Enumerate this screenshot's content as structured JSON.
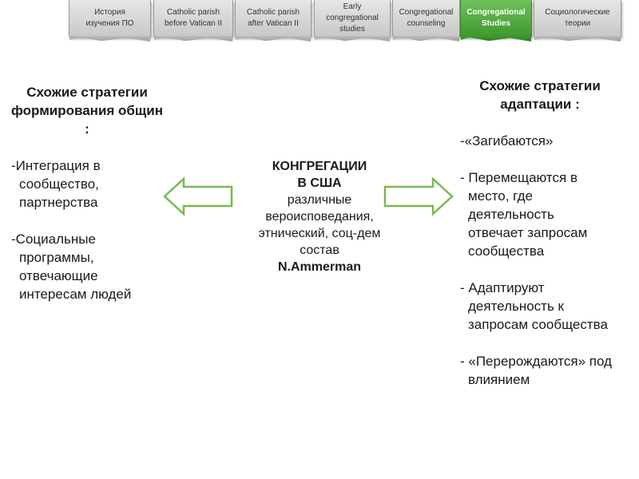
{
  "tabs": [
    {
      "label": "История\nизучения ПО"
    },
    {
      "label": "Catholic parish\nbefore Vatican II"
    },
    {
      "label": "Catholic parish\nafter Vatican II"
    },
    {
      "label": "Early\ncongregational\nstudies"
    },
    {
      "label": "Congregational\ncounseling"
    },
    {
      "label": "Congregational\nStudies"
    },
    {
      "label": "Социологические\nтеории"
    }
  ],
  "left": {
    "heading": "Схожие стратегии формирования общин :",
    "items": [
      "-Интеграция в сообщество, партнерства",
      "-Социальные программы, отвечающие интересам людей"
    ]
  },
  "center": {
    "title": "КОНГРЕГАЦИИ\nВ США",
    "desc": "различные\nвероисповедания,\nэтнический, соц-дем\nсостав",
    "author": "N.Ammerman"
  },
  "right": {
    "heading": "Схожие стратегии адаптации :",
    "items": [
      "-«Загибаются»",
      "- Перемещаются в место, где деятельность отвечает запросам сообщества",
      "- Адаптируют деятельность к запросам сообщества",
      "- «Перерождаются» под влиянием"
    ]
  },
  "colors": {
    "arrow_stroke": "#7ab850",
    "tab_active": "#4caf37"
  }
}
